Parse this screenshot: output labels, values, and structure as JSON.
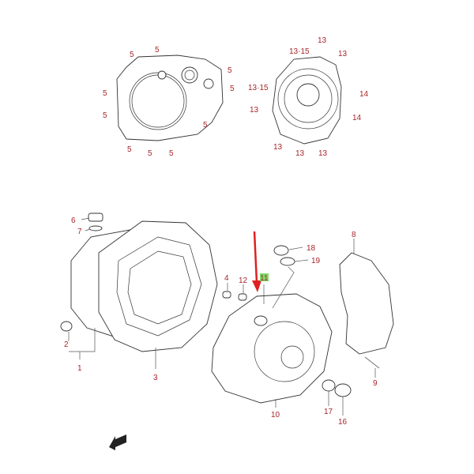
{
  "diagram": {
    "title": "Crankcase cover parts diagram",
    "highlight_color": "#7ddc6a",
    "arrow_color": "#e02020",
    "label_color": "#a8262b",
    "clutch_cover_bolts": [
      "5",
      "5",
      "5",
      "5",
      "5",
      "5",
      "5",
      "5",
      "5",
      "5"
    ],
    "generator_cover_bolts": [
      "13",
      "13·15",
      "13",
      "13·15",
      "14",
      "13",
      "14",
      "13",
      "13",
      "13"
    ],
    "parts": {
      "p1": "1",
      "p2": "2",
      "p3": "3",
      "p4": "4",
      "p6": "6",
      "p7": "7",
      "p8": "8",
      "p9": "9",
      "p10": "10",
      "p11": "11",
      "p12": "12",
      "p16": "16",
      "p17": "17",
      "p18": "18",
      "p19": "19"
    },
    "fwd_icon": "FWD"
  }
}
